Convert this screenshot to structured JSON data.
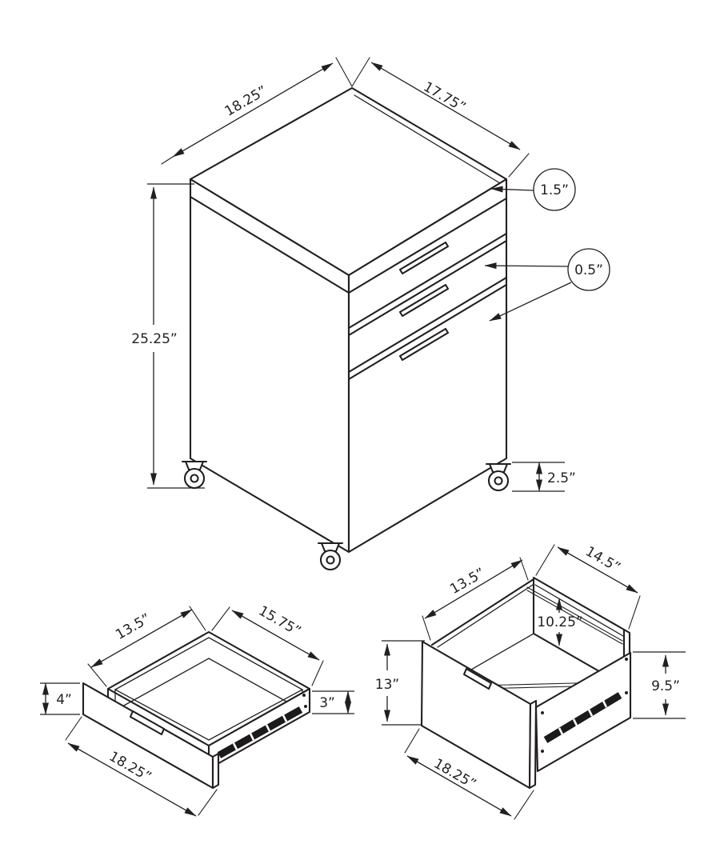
{
  "page": {
    "background": "#ffffff",
    "line_color": "#231f20"
  },
  "views": {
    "cabinet": {
      "dims": {
        "top_width": "18.25”",
        "top_depth": "17.75”",
        "top_thickness": "1.5”",
        "drawer_front": "0.5”",
        "height": "25.25”",
        "caster_height": "2.5”"
      }
    },
    "small_drawer": {
      "dims": {
        "inner_width": "13.5”",
        "inner_depth": "15.75”",
        "front_height": "4”",
        "side_height": "3”",
        "front_width": "18.25”"
      }
    },
    "file_drawer": {
      "dims": {
        "inner_width": "13.5”",
        "top_depth": "14.5”",
        "inner_height": "10.25”",
        "front_height": "13”",
        "side_height": "9.5”",
        "front_width": "18.25”"
      }
    }
  }
}
